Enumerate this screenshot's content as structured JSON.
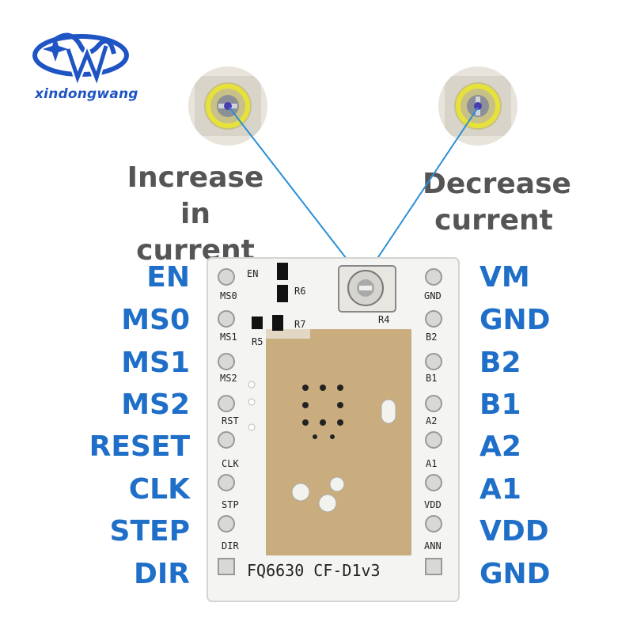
{
  "logo": {
    "text": "xindongwang",
    "icon": "swirl-logo-icon"
  },
  "captions": {
    "increase_line1": "Increase in",
    "increase_line2": "current",
    "decrease_line1": "Decrease",
    "decrease_line2": "current"
  },
  "pins_left": [
    "EN",
    "MS0",
    "MS1",
    "MS2",
    "RESET",
    "CLK",
    "STEP",
    "DIR"
  ],
  "pins_right": [
    "VM",
    "GND",
    "B2",
    "B1",
    "A2",
    "A1",
    "VDD",
    "GND"
  ],
  "board": {
    "silk_left": [
      "EN",
      "MS0",
      "MS1",
      "MS2",
      "RST",
      "CLK",
      "STP",
      "DIR"
    ],
    "silk_right": [
      "GND",
      "B2",
      "B1",
      "A2",
      "A1",
      "VDD",
      "ANN"
    ],
    "model": "FQ6630  CF-D1v3",
    "components": [
      "R6",
      "R7",
      "R4",
      "R5"
    ]
  },
  "colors": {
    "label_blue": "#1f6fc9",
    "caption_gray": "#555555",
    "pointer_line": "#2a8fd6",
    "board_white": "#f4f4f2",
    "heatsink_pad": "#c9ad7e"
  }
}
